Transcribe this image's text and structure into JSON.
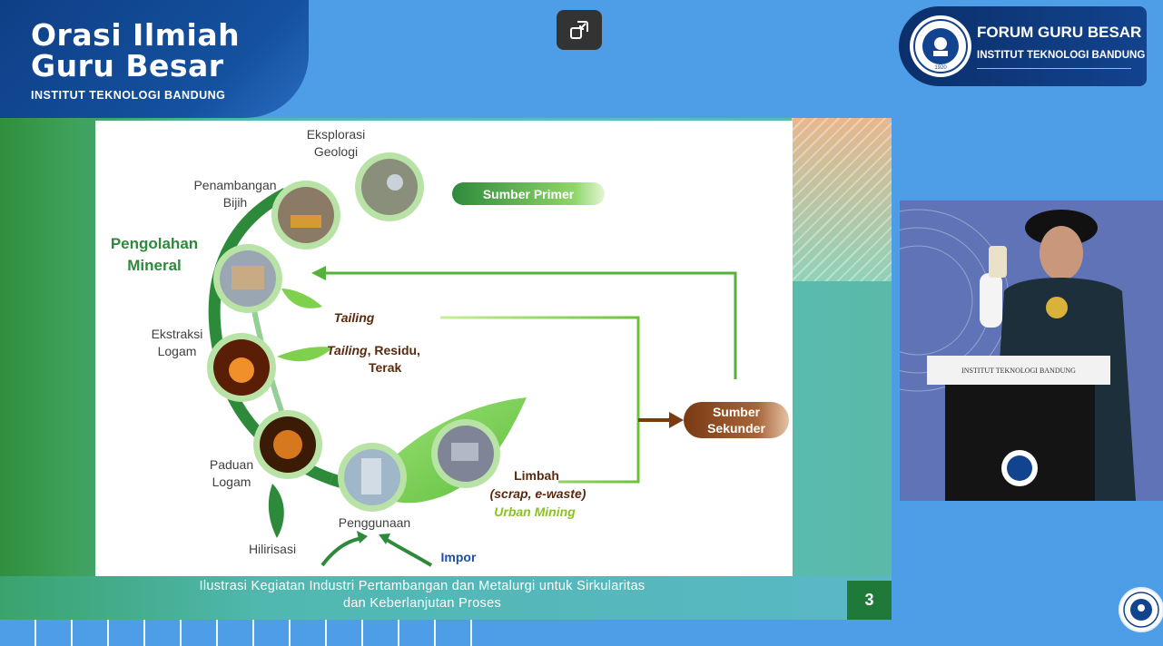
{
  "header": {
    "title_line1": "Orasi Ilmiah",
    "title_line2": "Guru Besar",
    "subtitle": "INSTITUT TEKNOLOGI BANDUNG"
  },
  "forum_badge": {
    "title": "FORUM GURU BESAR",
    "subtitle": "INSTITUT TEKNOLOGI BANDUNG",
    "seal_year": "1920"
  },
  "exit_fullscreen": {
    "icon": "exit-fullscreen-icon"
  },
  "slide": {
    "labels": {
      "eksplorasi": "Eksplorasi\nGeologi",
      "penambangan": "Penambangan\nBijih",
      "pengolahan": "Pengolahan\nMineral",
      "ekstraksi": "Ekstraksi\nLogam",
      "paduan": "Paduan\nLogam",
      "hilirisasi": "Hilirisasi",
      "penggunaan": "Penggunaan",
      "impor": "Impor",
      "tailing1": "Tailing",
      "tailing2_a": "Tailing",
      "tailing2_b": ", Residu,",
      "tailing2_c": "Terak",
      "limbah": "Limbah",
      "limbah_detail": "(scrap, e-waste)",
      "urban_mining": "Urban Mining",
      "sumber_primer": "Sumber Primer",
      "sumber_sekunder": "Sumber\nSekunder"
    },
    "caption_line1": "Ilustrasi Kegiatan Industri Pertambangan dan Metalurgi untuk Sirkularitas",
    "caption_line2": "dan Keberlanjutan Proses",
    "page_number": "3"
  },
  "video": {
    "podium_text": "INSTITUT TEKNOLOGI BANDUNG"
  },
  "colors": {
    "brand_blue": "#12438e",
    "background_blue": "#4d9ee6",
    "diagram_green": "#2e8a3b",
    "secondary_brown": "#7a3a12"
  }
}
